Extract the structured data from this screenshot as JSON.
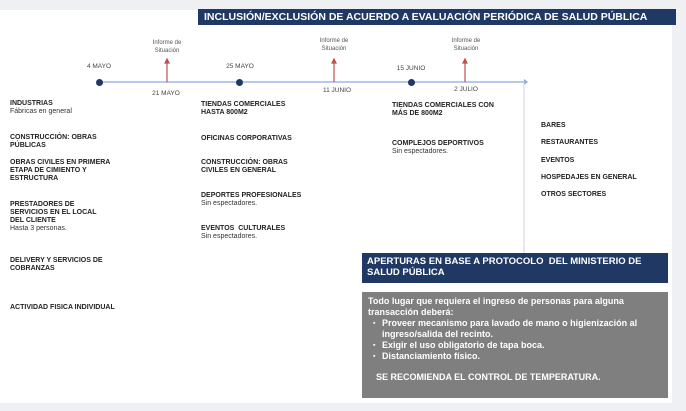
{
  "title": "INCLUSIÓN/EXCLUSIÓN DE ACUERDO A EVALUACIÓN PERIÓDICA DE SALUD PÚBLICA",
  "timeline": {
    "milestones": [
      "4 MAYO",
      "25 MAYO",
      "15 JUNIO"
    ],
    "reports": [
      {
        "label": "Informe de Situación",
        "date": "21 MAYO"
      },
      {
        "label": "Informe de Situación",
        "date": "11 JUNIO"
      },
      {
        "label": "Informe de Situación",
        "date": "2 JULIO"
      }
    ]
  },
  "columns": [
    [
      {
        "title": "INDUSTRIAS",
        "note": "Fábricas en general"
      },
      {
        "title": "CONSTRUCCIÓN: OBRAS PÚBLICAS"
      },
      {
        "title": "OBRAS CIVILES EN PRIMERA ETAPA DE CIMIENTO Y ESTRUCTURA"
      },
      {
        "title": "PRESTADORES DE SERVICIOS EN EL LOCAL DEL CLIENTE",
        "note": "Hasta 3 personas."
      },
      {
        "title": "DELIVERY Y SERVICIOS DE COBRANZAS"
      },
      {
        "title": "ACTIVIDAD FISICA INDIVIDUAL"
      }
    ],
    [
      {
        "title": "TIENDAS COMERCIALES HASTA 800M2"
      },
      {
        "title": "OFICINAS CORPORATIVAS"
      },
      {
        "title": "CONSTRUCCIÓN: OBRAS CIVILES EN GENERAL"
      },
      {
        "title": "DEPORTES PROFESIONALES",
        "note": "Sin espectadores."
      },
      {
        "title": "EVENTOS  CULTURALES",
        "note": "Sin espectadores."
      }
    ],
    [
      {
        "title": "TIENDAS COMERCIALES CON MÁS DE 800M2"
      },
      {
        "title": "COMPLEJOS DEPORTIVOS",
        "note": "Sin espectadores."
      }
    ],
    [
      {
        "title": "BARES"
      },
      {
        "title": "RESTAURANTES"
      },
      {
        "title": "EVENTOS"
      },
      {
        "title": "HOSPEDAJES EN GENERAL"
      },
      {
        "title": "OTROS SECTORES"
      }
    ]
  ],
  "protocol": {
    "heading": "APERTURAS EN BASE A PROTOCOLO  DEL MINISTERIO DE SALUD PÚBLICA",
    "intro": "Todo lugar que requiera el ingreso de personas para alguna transacción deberá:",
    "bullets": [
      "Proveer mecanismo para lavado de mano o higienización al ingreso/salida del recinto.",
      "Exigir el uso obligatorio de tapa boca.",
      "Distanciamiento físico."
    ],
    "recommendation": "SE RECOMIENDA EL CONTROL DE TEMPERATURA."
  },
  "colors": {
    "navy": "#1f3864",
    "gray": "#7f7f7f",
    "red": "#c0504d",
    "line": "#8faadc"
  }
}
